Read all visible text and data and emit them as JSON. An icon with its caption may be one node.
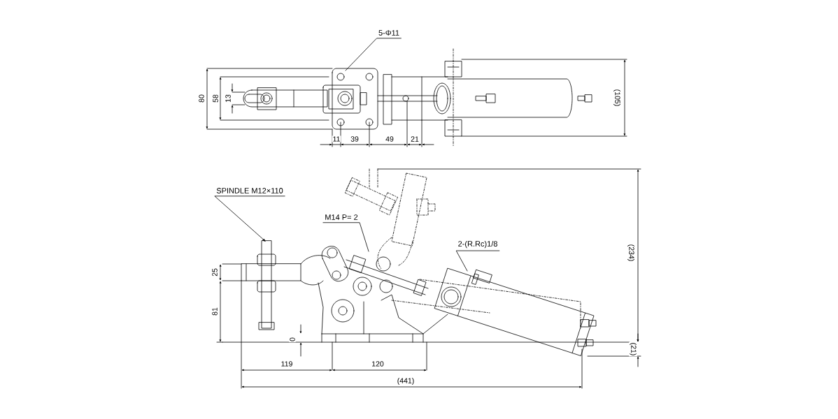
{
  "diagram": {
    "nodes": [
      {
        "text": [
          "5-Φ11"
        ]
      },
      {
        "text": [
          "SPINDLE M12×110"
        ]
      },
      {
        "text": [
          "M14 P= 2"
        ]
      },
      {
        "text": [
          "2-(R.Rc)1/8"
        ]
      }
    ],
    "edges": [
      {
        "from": 0,
        "to": null,
        "arrow": "none"
      },
      {
        "from": 1,
        "to": null,
        "arrow": "to"
      },
      {
        "from": 2,
        "to": null,
        "arrow": "none"
      },
      {
        "from": 3,
        "to": null,
        "arrow": "none"
      }
    ],
    "labels": [
      "80",
      "58",
      "13",
      "11",
      "39",
      "49",
      "21",
      "(105)",
      "(234)",
      "25",
      "81",
      "0",
      "(21)",
      "119",
      "120",
      "(441)"
    ]
  }
}
